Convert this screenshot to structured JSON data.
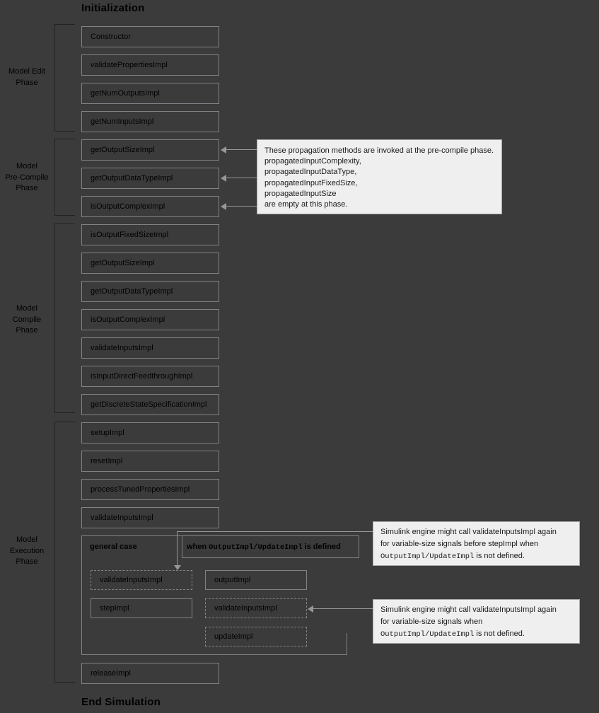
{
  "titles": {
    "top": "Initialization",
    "bottom": "End Simulation"
  },
  "phases": [
    {
      "name": "model-edit-phase",
      "lines": [
        "Model Edit",
        "Phase",
        ""
      ]
    },
    {
      "name": "model-pre-compile-phase",
      "lines": [
        "Model",
        "Pre-Compile",
        "Phase"
      ]
    },
    {
      "name": "model-compile-phase",
      "lines": [
        "Model",
        "Compile",
        "Phase"
      ]
    },
    {
      "name": "model-execution-phase",
      "lines": [
        "Model",
        "Execution",
        "Phase"
      ]
    }
  ],
  "methods": {
    "edit": [
      "Constructor",
      "validatePropertiesImpl",
      "getNumOutputsImpl",
      "getNumInputsImpl"
    ],
    "precompile": [
      "getOutputSizeImpl",
      "getOutputDataTypeImpl",
      "isOutputComplexImpl"
    ],
    "compile": [
      "isOutputFixedSizeImpl",
      "getOutputSizeImpl",
      "getOutputDataTypeImpl",
      "isOutputComplexImpl",
      "validateInputsImpl",
      "isInputDirectFeedthroughImpl",
      "getDiscreteStateSpecificationImpl"
    ],
    "execution": [
      "setupImpl",
      "resetImpl",
      "processTunedPropertiesImpl",
      "validateInputsImpl"
    ],
    "release": "releaseImpl"
  },
  "general_case": {
    "header_left": "general case",
    "header_right_prefix": "when ",
    "header_right_mono": "OutputImpl/UpdateImpl",
    "header_right_suffix": " is defined",
    "left_column": [
      "validateInputsImpl",
      "stepImpl"
    ],
    "right_column": [
      "outputImpl",
      "validateInputsImpl",
      "updateImpl"
    ]
  },
  "callouts": {
    "precompile_note": {
      "lines": [
        "These propagation methods are invoked at the pre-compile phase.",
        "propagatedInputComplexity,",
        "propagatedInputDataType,",
        "propagatedInputFixedSize,",
        "propagatedInputSize",
        "are empty at this phase."
      ]
    },
    "step_note": {
      "line1": "Simulink engine might call validateInputsImpl again",
      "line2": "for variable-size signals before stepImpl when",
      "line3_mono": "OutputImpl/UpdateImpl",
      "line3_rest": " is not defined."
    },
    "update_note": {
      "line1": "Simulink engine might call validateInputsImpl again",
      "line2": "for variable-size signals when",
      "line3_mono": "OutputImpl/UpdateImpl",
      "line3_rest": " is not defined."
    }
  },
  "colors": {
    "background": "#3b3b3b",
    "box_border": "#857f87",
    "bracket": "#222222",
    "text": "#000000",
    "callout_bg": "#f0efef",
    "callout_border": "#a8a8a8",
    "connector": "#979797"
  }
}
